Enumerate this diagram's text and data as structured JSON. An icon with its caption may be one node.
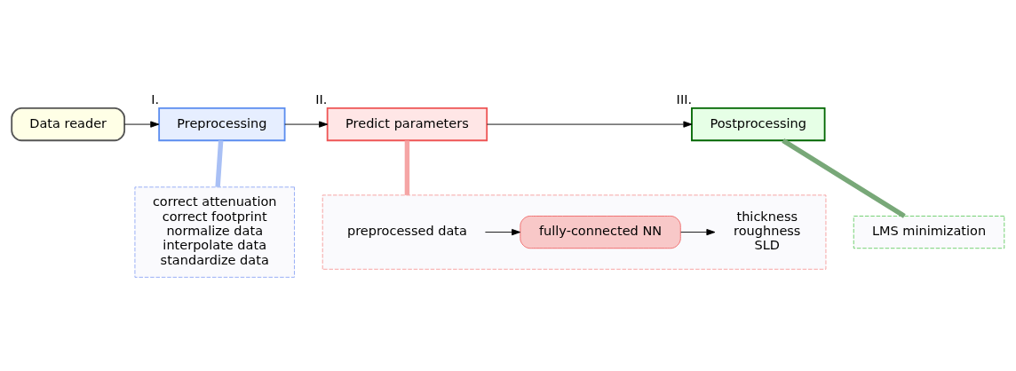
{
  "diagram": {
    "nodes": [
      {
        "text": [
          "Data reader"
        ]
      },
      {
        "text": [
          "Preprocessing"
        ],
        "beside": [
          "I."
        ]
      },
      {
        "text": [
          "Predict parameters"
        ],
        "beside": [
          "II."
        ]
      },
      {
        "text": [
          "Postprocessing"
        ],
        "beside": [
          "III."
        ]
      },
      {
        "text": [
          "correct attenuation",
          "correct footprint",
          "normalize data",
          "interpolate data",
          "standardize data"
        ]
      },
      {
        "text": [],
        "shape": "box"
      },
      {
        "text": [
          "preprocessed data"
        ],
        "in": 5
      },
      {
        "text": [
          "fully-connected NN"
        ],
        "in": 5
      },
      {
        "text": [
          "thickness",
          "roughness",
          "SLD"
        ],
        "in": 5
      },
      {
        "text": [
          "LMS minimization"
        ]
      }
    ],
    "edges": [
      {
        "from": 0,
        "to": 1,
        "arrow": "to"
      },
      {
        "from": 1,
        "to": 2,
        "arrow": "to"
      },
      {
        "from": 2,
        "to": 3,
        "arrow": "to"
      },
      {
        "from": 1,
        "to": 4,
        "arrow": "none",
        "style": "thick",
        "color": "#a9c0f5"
      },
      {
        "from": 2,
        "to": 5,
        "arrow": "none",
        "style": "thick",
        "color": "#f5a5a5"
      },
      {
        "from": 3,
        "to": 9,
        "arrow": "none",
        "style": "thick",
        "color": "#78a878"
      },
      {
        "from": 6,
        "to": 7,
        "arrow": "to"
      },
      {
        "from": 7,
        "to": 8,
        "arrow": "to"
      }
    ]
  }
}
